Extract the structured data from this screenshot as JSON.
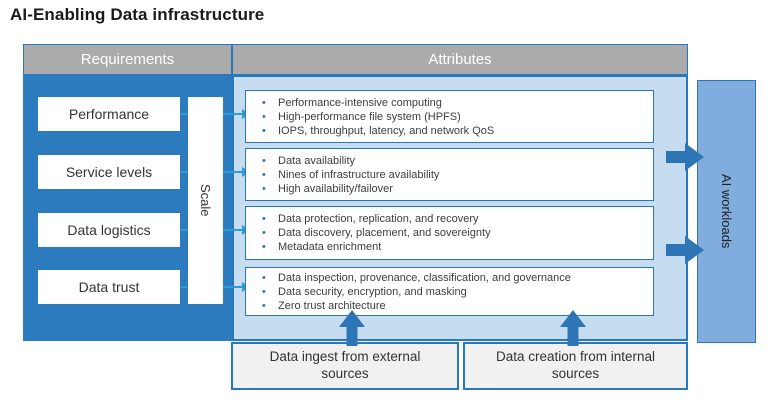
{
  "title": "AI-Enabling Data infrastructure",
  "requirements": {
    "header": "Requirements",
    "items": [
      "Performance",
      "Service levels",
      "Data logistics",
      "Data trust"
    ],
    "scale_label": "Scale"
  },
  "attributes": {
    "header": "Attributes",
    "groups": [
      {
        "bullets": [
          "Performance-intensive computing",
          "High-performance file system (HPFS)",
          "IOPS, throughput, latency, and network QoS"
        ]
      },
      {
        "bullets": [
          "Data availability",
          "Nines of infrastructure availability",
          "High availability/failover"
        ]
      },
      {
        "bullets": [
          "Data protection, replication, and recovery",
          "Data discovery, placement, and sovereignty",
          "Metadata enrichment"
        ]
      },
      {
        "bullets": [
          "Data inspection, provenance, classification, and governance",
          "Data security, encryption, and masking",
          "Zero trust architecture"
        ]
      }
    ]
  },
  "ai_workloads": {
    "label": "AI workloads"
  },
  "sources": [
    {
      "label": "Data ingest from external sources"
    },
    {
      "label": "Data creation from internal sources"
    }
  ],
  "colors": {
    "requirements_panel": "#2B7BBE",
    "attributes_panel": "#C6DDF1",
    "header_gray": "#ABABAB",
    "box_border_blue": "#2E75B6",
    "panel_border_blue": "#2878BE",
    "connector_blue": "#2E9BD9",
    "ai_box_fill": "#81ACDE",
    "source_box_fill": "#F1F1F1"
  }
}
